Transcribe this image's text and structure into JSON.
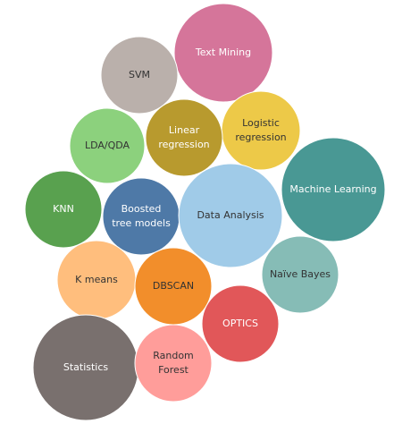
{
  "chart_data": {
    "type": "bubble",
    "items": [
      {
        "label": "Text Mining",
        "lines": [
          "Text Mining"
        ],
        "color": "#D5759A",
        "text_color": "#ffffff"
      },
      {
        "label": "SVM",
        "lines": [
          "SVM"
        ],
        "color": "#BAB0AB",
        "text_color": "#333333"
      },
      {
        "label": "Logistic regression",
        "lines": [
          "Logistic",
          "regression"
        ],
        "color": "#EDC948",
        "text_color": "#333333"
      },
      {
        "label": "Linear regression",
        "lines": [
          "Linear",
          "regression"
        ],
        "color": "#B89A2E",
        "text_color": "#ffffff"
      },
      {
        "label": "LDA/QDA",
        "lines": [
          "LDA/QDA"
        ],
        "color": "#8CD17D",
        "text_color": "#333333"
      },
      {
        "label": "Machine Learning",
        "lines": [
          "Machine Learning"
        ],
        "color": "#499894",
        "text_color": "#ffffff"
      },
      {
        "label": "KNN",
        "lines": [
          "KNN"
        ],
        "color": "#59A14F",
        "text_color": "#ffffff"
      },
      {
        "label": "Boosted tree models",
        "lines": [
          "Boosted",
          "tree models"
        ],
        "color": "#4E79A7",
        "text_color": "#ffffff"
      },
      {
        "label": "Data Analysis",
        "lines": [
          "Data Analysis"
        ],
        "color": "#A0CBE8",
        "text_color": "#333333"
      },
      {
        "label": "Naïve Bayes",
        "lines": [
          "Naïve Bayes"
        ],
        "color": "#86BCB6",
        "text_color": "#333333"
      },
      {
        "label": "K means",
        "lines": [
          "K means"
        ],
        "color": "#FFBE7D",
        "text_color": "#333333"
      },
      {
        "label": "DBSCAN",
        "lines": [
          "DBSCAN"
        ],
        "color": "#F28E2B",
        "text_color": "#333333"
      },
      {
        "label": "OPTICS",
        "lines": [
          "OPTICS"
        ],
        "color": "#E15759",
        "text_color": "#ffffff"
      },
      {
        "label": "Statistics",
        "lines": [
          "Statistics"
        ],
        "color": "#79706E",
        "text_color": "#ffffff"
      },
      {
        "label": "Random Forest",
        "lines": [
          "Random",
          "Forest"
        ],
        "color": "#FF9D9A",
        "text_color": "#333333"
      }
    ]
  }
}
